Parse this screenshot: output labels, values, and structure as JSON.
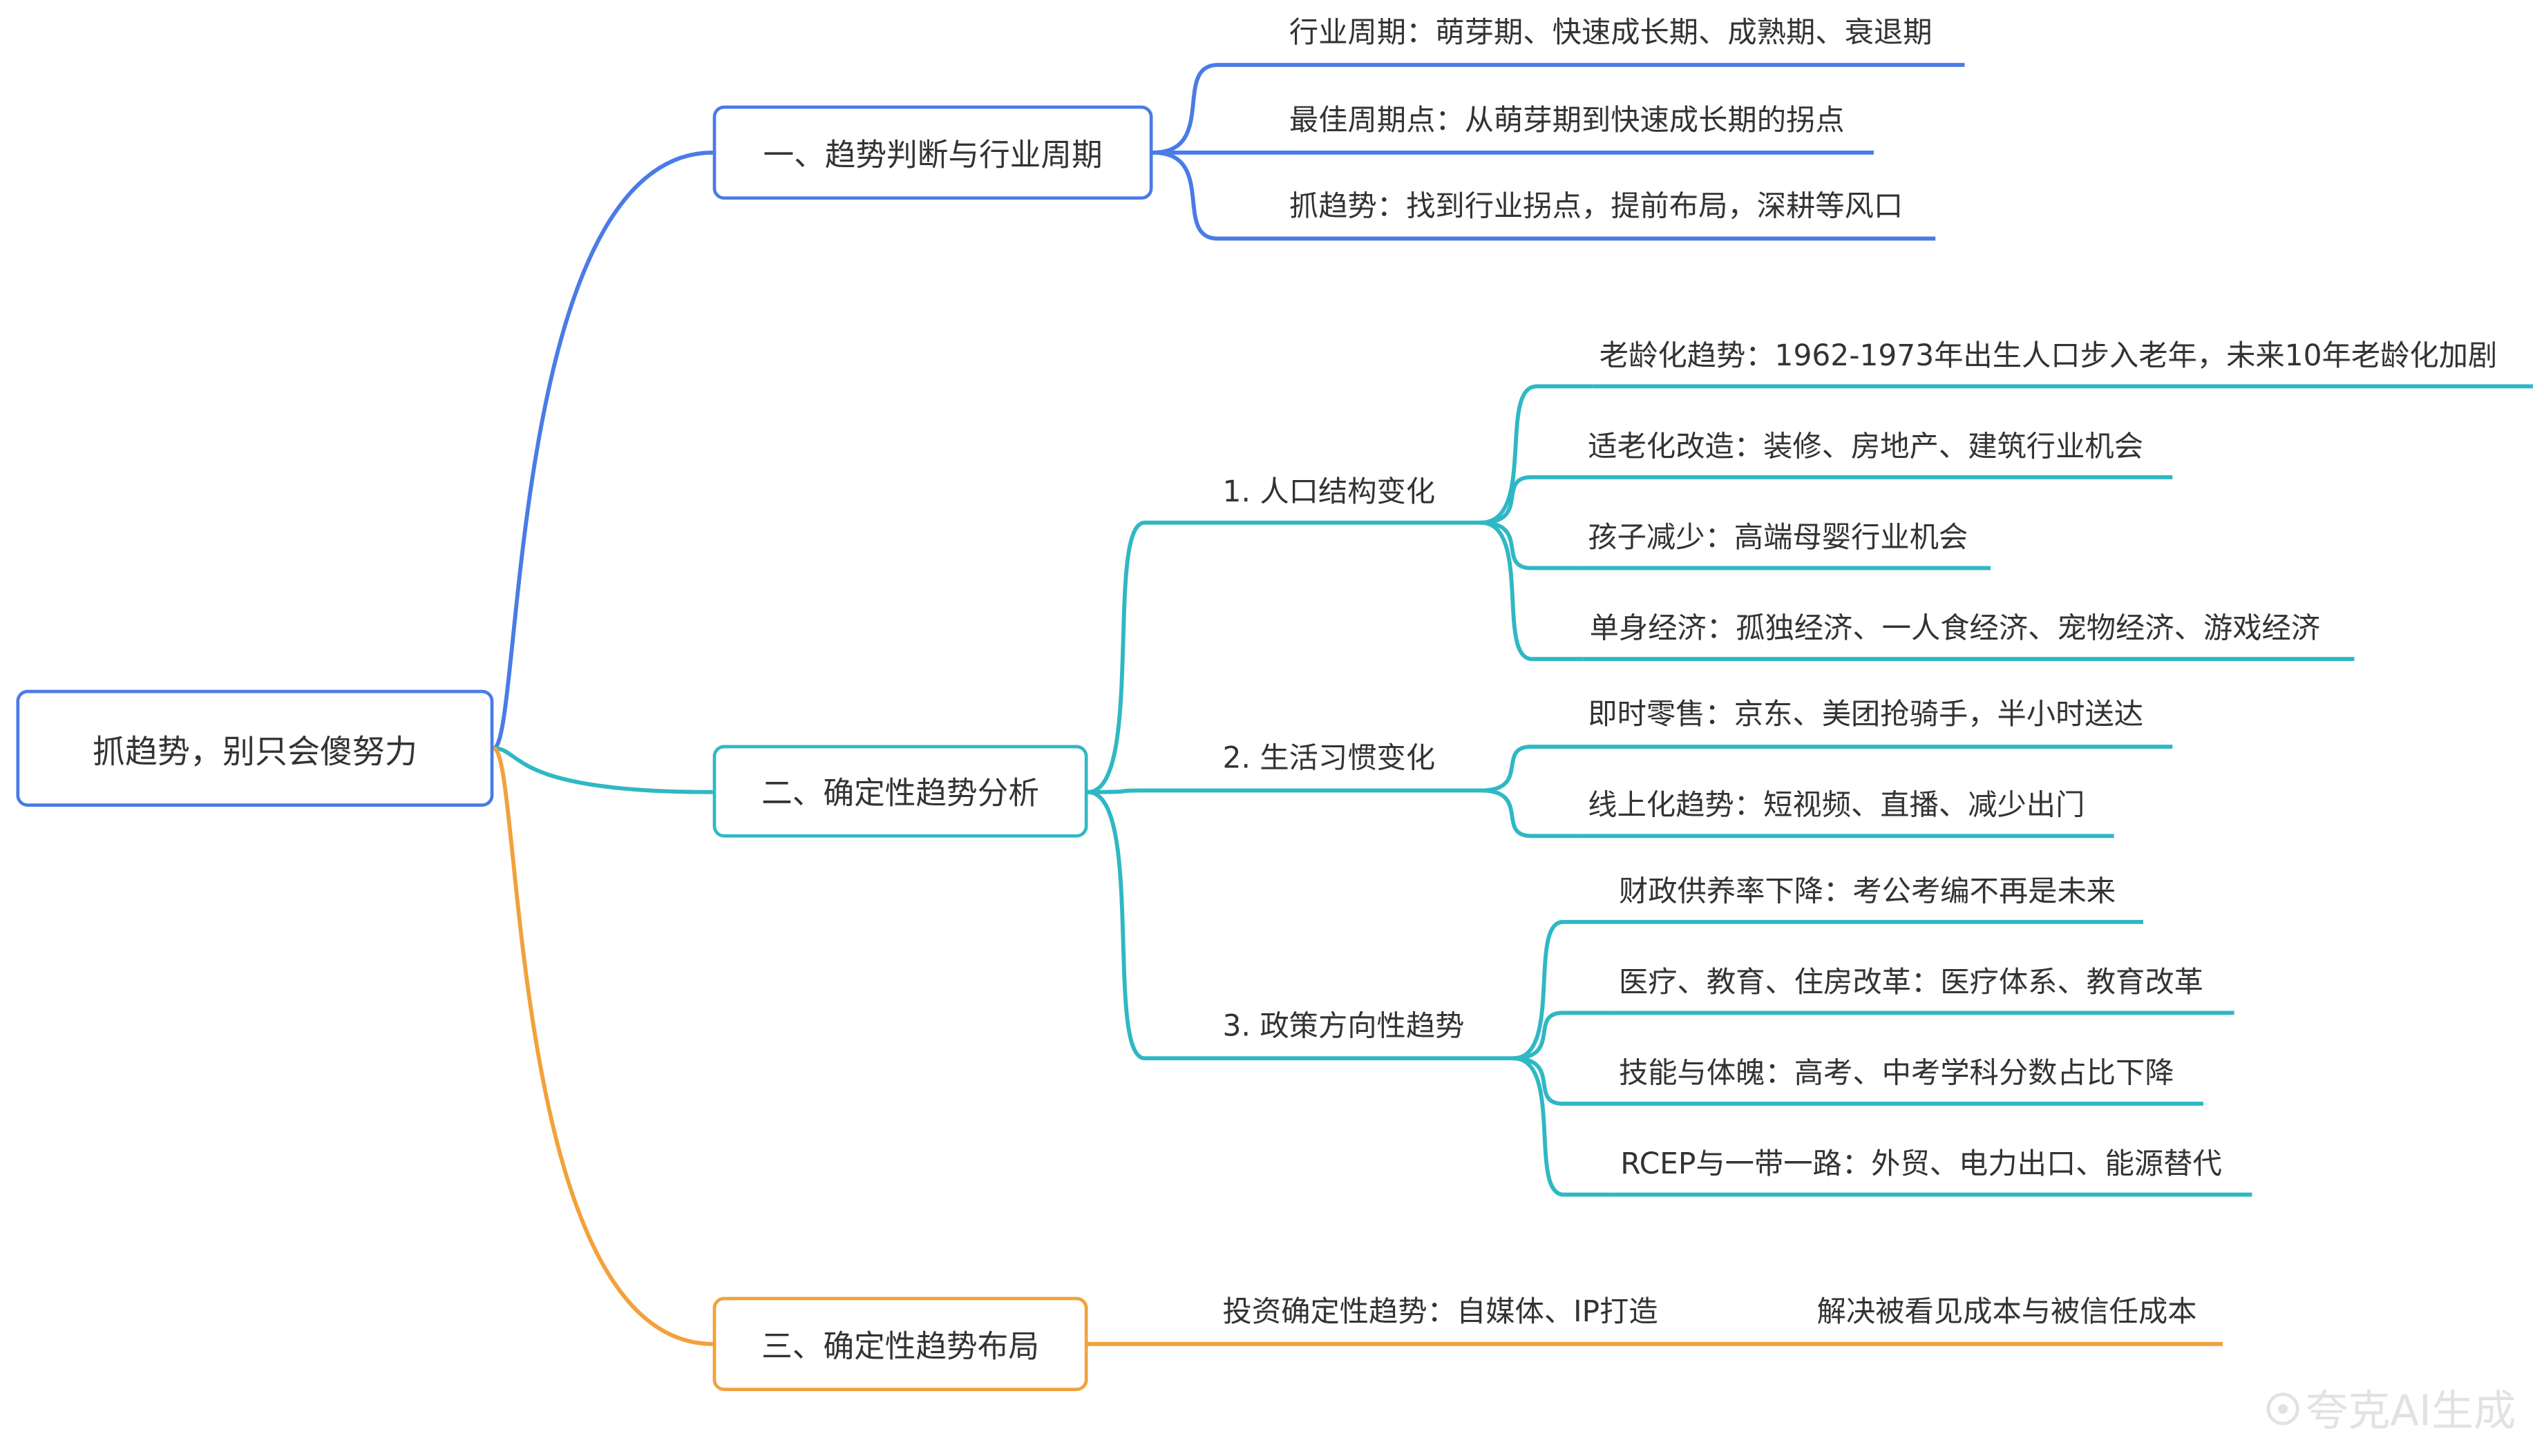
{
  "colors": {
    "blue": "#4a7be6",
    "teal": "#2fb8c4",
    "orange": "#f2a13c"
  },
  "root": {
    "label": "抓趋势，别只会傻努力"
  },
  "branches": [
    {
      "label": "一、趋势判断与行业周期",
      "color": "blue",
      "children": [
        {
          "label": "行业周期：萌芽期、快速成长期、成熟期、衰退期"
        },
        {
          "label": "最佳周期点：从萌芽期到快速成长期的拐点"
        },
        {
          "label": "抓趋势：找到行业拐点，提前布局，深耕等风口"
        }
      ]
    },
    {
      "label": "二、确定性趋势分析",
      "color": "teal",
      "children": [
        {
          "label": "1. 人口结构变化",
          "children": [
            {
              "label": "老龄化趋势：1962-1973年出生人口步入老年，未来10年老龄化加剧"
            },
            {
              "label": "适老化改造：装修、房地产、建筑行业机会"
            },
            {
              "label": "孩子减少：高端母婴行业机会"
            },
            {
              "label": "单身经济：孤独经济、一人食经济、宠物经济、游戏经济"
            }
          ]
        },
        {
          "label": "2. 生活习惯变化",
          "children": [
            {
              "label": "即时零售：京东、美团抢骑手，半小时送达"
            },
            {
              "label": "线上化趋势：短视频、直播、减少出门"
            }
          ]
        },
        {
          "label": "3. 政策方向性趋势",
          "children": [
            {
              "label": "财政供养率下降：考公考编不再是未来"
            },
            {
              "label": "医疗、教育、住房改革：医疗体系、教育改革"
            },
            {
              "label": "技能与体魄：高考、中考学科分数占比下降"
            },
            {
              "label": "RCEP与一带一路：外贸、电力出口、能源替代"
            }
          ]
        }
      ]
    },
    {
      "label": "三、确定性趋势布局",
      "color": "orange",
      "children": [
        {
          "label": "投资确定性趋势：自媒体、IP打造",
          "children": [
            {
              "label": "解决被看见成本与被信任成本"
            }
          ]
        }
      ]
    }
  ],
  "watermark": {
    "icon": "quark-logo-icon",
    "text": "夸克AI生成"
  }
}
